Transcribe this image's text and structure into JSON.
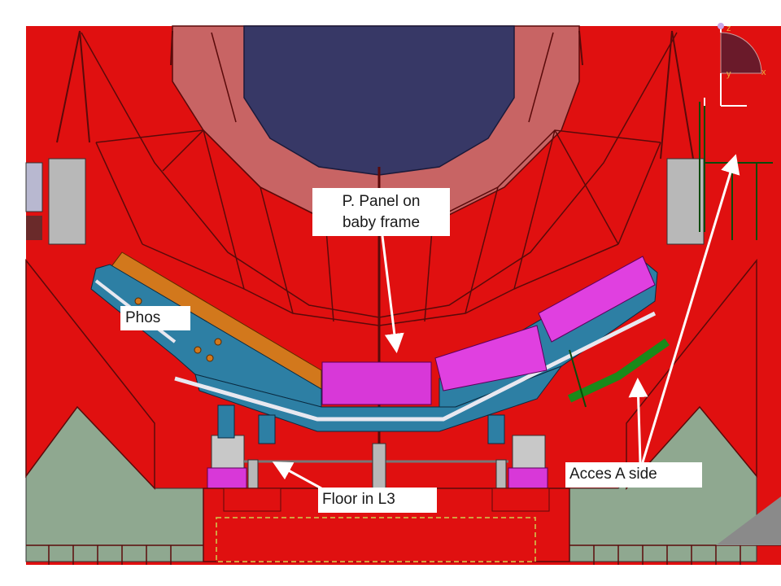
{
  "callouts": {
    "panel_line1": "P. Panel on",
    "panel_line2": "baby frame",
    "phos": "Phos",
    "acces": "Acces A side",
    "floor": "Floor in L3"
  },
  "axis": {
    "y_label": "y",
    "x_label": "x",
    "z_label": "z"
  },
  "colors": {
    "red": "#e01010",
    "dark_red": "#a00808",
    "pink": "#c86464",
    "navy": "#373866",
    "blue": "#2d7fa4",
    "orange": "#d2781c",
    "magenta": "#e040e0",
    "green": "#1a8a1a",
    "sage": "#8fa890",
    "white": "#ffffff"
  }
}
